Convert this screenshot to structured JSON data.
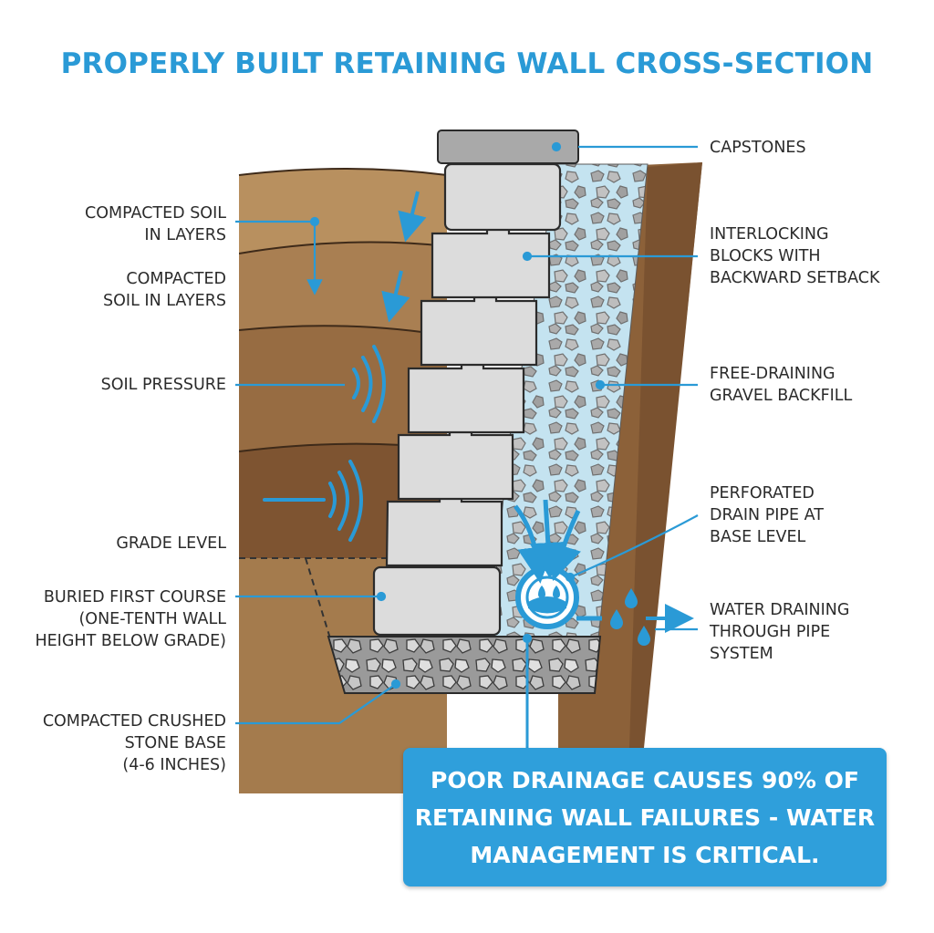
{
  "title": "PROPERLY BUILT RETAINING WALL CROSS-SECTION",
  "labels": {
    "compacted_soil_1": "COMPACTED SOIL\nIN LAYERS",
    "compacted_soil_2": "COMPACTED\nSOIL IN LAYERS",
    "soil_pressure": "SOIL PRESSURE",
    "grade_level": "GRADE LEVEL",
    "buried_first_course": "BURIED FIRST COURSE\n(ONE-TENTH WALL\nHEIGHT BELOW GRADE)",
    "crushed_stone_base": "COMPACTED CRUSHED\nSTONE BASE\n(4-6 INCHES)",
    "capstones": "CAPSTONES",
    "interlocking_blocks": "INTERLOCKING\nBLOCKS WITH\nBACKWARD SETBACK",
    "gravel_backfill": "FREE-DRAINING\nGRAVEL BACKFILL",
    "drain_pipe": "PERFORATED\nDRAIN PIPE AT\nBASE LEVEL",
    "water_draining": "WATER DRAINING\nTHROUGH PIPE\nSYSTEM"
  },
  "callout": "POOR DRAINAGE CAUSES 90% OF\nRETAINING WALL FAILURES - WATER\nMANAGEMENT IS CRITICAL.",
  "colors": {
    "accent": "#2a9ad6",
    "callout_bg": "#2f9fdb",
    "soil_light": "#b48b5f",
    "soil_dark": "#8a5f3a",
    "block": "#dcdcdc",
    "capstone": "#a9a9a9",
    "gravel": "#bfe0ee"
  }
}
